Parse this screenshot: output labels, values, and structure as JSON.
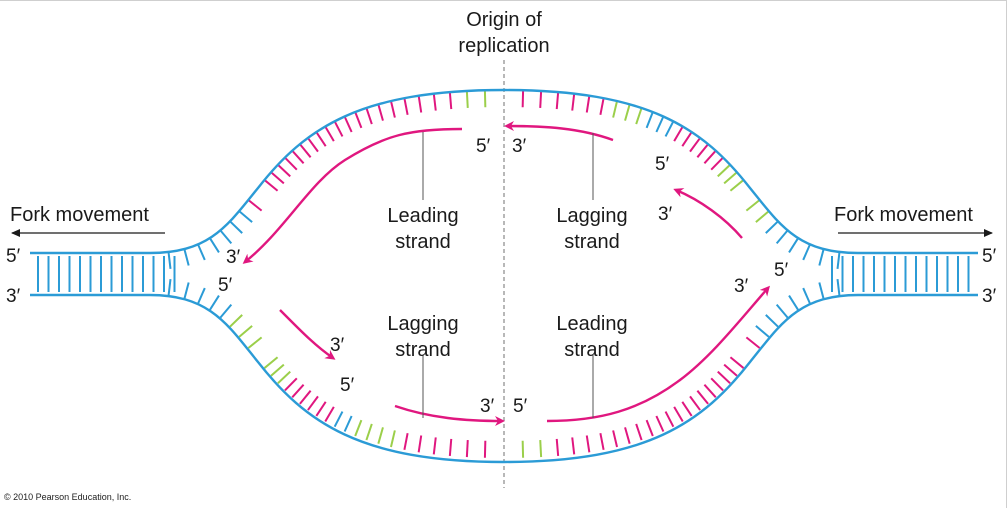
{
  "origin_label": [
    "Origin of",
    "replication"
  ],
  "fork_left": "Fork movement",
  "fork_right": "Fork movement",
  "strand_labels": {
    "top_left": [
      "Leading",
      "strand"
    ],
    "top_right": [
      "Lagging",
      "strand"
    ],
    "bottom_left": [
      "Lagging",
      "strand"
    ],
    "bottom_right": [
      "Leading",
      "strand"
    ]
  },
  "ends": {
    "left_top": "5′",
    "left_bottom": "3′",
    "right_top": "5′",
    "right_bottom": "3′",
    "top_leading_start": "5′",
    "top_leading_end": "3′",
    "top_lagging_start": "3′",
    "top_lagging_primer": "5′",
    "top_lagging_frag2_end": "3′",
    "top_lagging_frag2_primer": "5′",
    "bottom_lagging_primer1": "5′",
    "bottom_lagging_end1": "3′",
    "bottom_lagging_primer2": "5′",
    "bottom_lagging_end2": "3′",
    "bottom_leading_start": "5′",
    "bottom_leading_end": "3′"
  },
  "copyright": "© 2010 Pearson Education, Inc.",
  "colors": {
    "parental": "#2b9bd6",
    "new_strand": "#e0177f",
    "primer": "#9bcf4a",
    "text": "#1a1a1a",
    "divider": "#888888"
  }
}
